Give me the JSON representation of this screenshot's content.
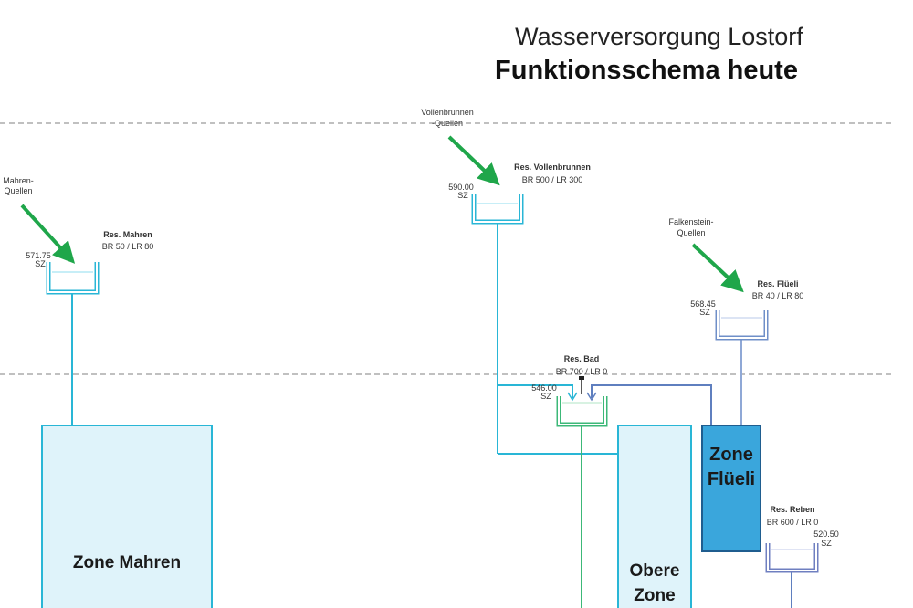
{
  "header": {
    "title": "Wasserversorgung Lostorf",
    "subtitle": "Funktionsschema heute"
  },
  "sources": [
    {
      "id": "mahren",
      "line1": "Mahren-",
      "line2": "Quellen"
    },
    {
      "id": "vollenbrunnen",
      "line1": "Vollenbrunnen",
      "line2": "-Quellen"
    },
    {
      "id": "falkenstein",
      "line1": "Falkenstein-",
      "line2": "Quellen"
    }
  ],
  "reservoirs": [
    {
      "id": "mahren",
      "name": "Res. Mahren",
      "capacity": "BR 50 / LR 80",
      "elevation": "571.75",
      "elevation_unit": "SZ",
      "color": "#29b6d6"
    },
    {
      "id": "vollenbrunnen",
      "name": "Res. Vollenbrunnen",
      "capacity": "BR 500 / LR 300",
      "elevation": "590.00",
      "elevation_unit": "SZ",
      "color": "#29b6d6"
    },
    {
      "id": "flueli",
      "name": "Res. Flüeli",
      "capacity": "BR 40 / LR 80",
      "elevation": "568.45",
      "elevation_unit": "SZ",
      "color": "#6f8fc8"
    },
    {
      "id": "bad",
      "name": "Res. Bad",
      "capacity": "BR 700 / LR 0",
      "elevation": "546.00",
      "elevation_unit": "SZ",
      "color": "#3cb878"
    },
    {
      "id": "reben",
      "name": "Res. Reben",
      "capacity": "BR 600 / LR 0",
      "elevation": "520.50",
      "elevation_unit": "SZ",
      "color": "#6f7fc0"
    }
  ],
  "zones": [
    {
      "id": "mahren",
      "line1": "Zone Mahren",
      "line2": "",
      "fill": "#dff3fa",
      "stroke": "#29b6d6"
    },
    {
      "id": "obere",
      "line1": "Obere",
      "line2": "Zone",
      "fill": "#dff3fa",
      "stroke": "#29b6d6"
    },
    {
      "id": "flueli",
      "line1": "Zone",
      "line2": "Flüeli",
      "fill": "#3aa6dc",
      "stroke": "#1f5d8f"
    }
  ],
  "colors": {
    "arrow": "#1fa64a",
    "pipe_light": "#29b6d6",
    "pipe_dark": "#5f7fbf",
    "pipe_green": "#3cb878",
    "dashed": "#9a9a9a"
  }
}
